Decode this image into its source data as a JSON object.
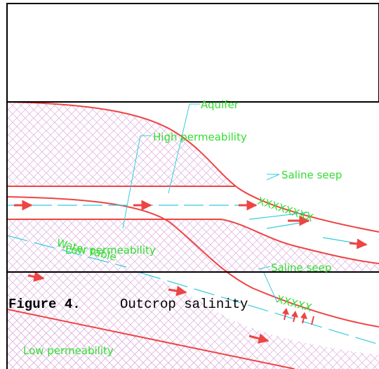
{
  "colors": {
    "label": "#33dd33",
    "leader": "#33ccdd",
    "boundary": "#ee4444",
    "hatch": "#ddaadd",
    "frame": "#000000"
  },
  "labels": {
    "aquifer": "Aquifer",
    "high_permeability": "High permeability",
    "saline_seep_1": "Saline seep",
    "low_permeability_1": "Low permeability",
    "water_table": "Water table",
    "saline_seep_2": "Saline seep",
    "low_permeability_2": "Low permeability",
    "seep_marks_1": "XXXXXXXX",
    "seep_marks_2": "XXXXX"
  },
  "caption": {
    "prefix": "Figure 4.",
    "text": "Outcrop salinity"
  }
}
